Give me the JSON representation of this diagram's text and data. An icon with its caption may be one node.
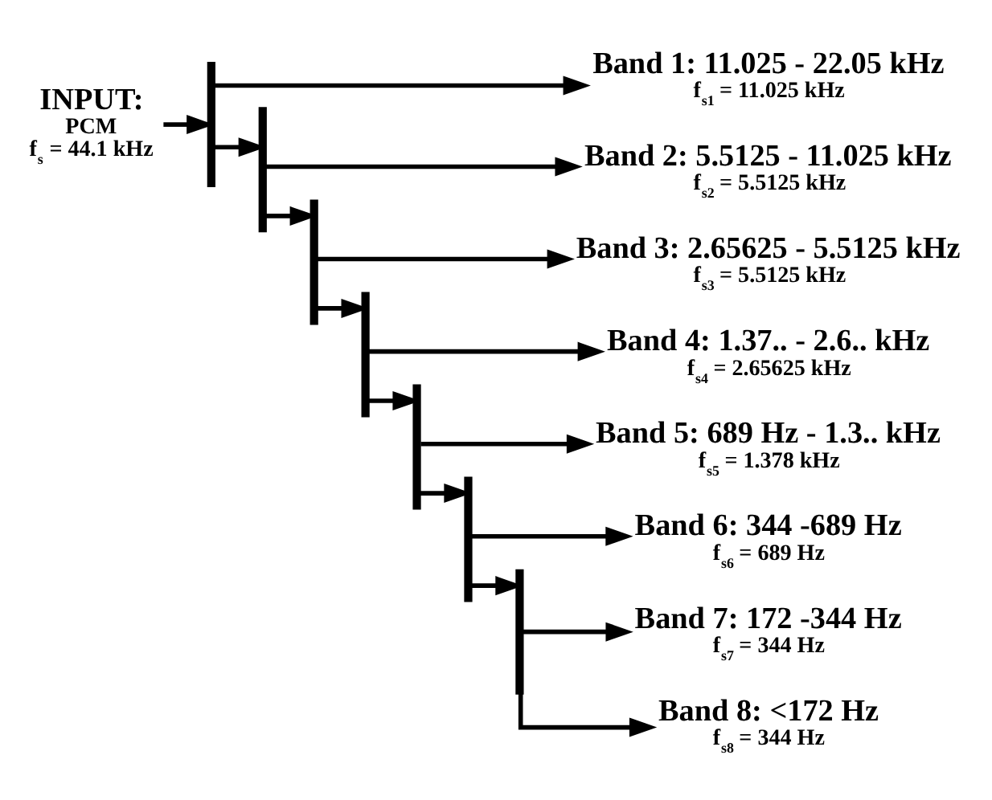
{
  "diagram": {
    "nodes": [
      {
        "text": [
          "INPUT:",
          "PCM",
          "f$_{s}$ = 44.1 kHz"
        ]
      },
      {
        "text": [],
        "shape": "bar"
      },
      {
        "text": [
          "Band 1: 11.025 - 22.05 kHz",
          "f$_{s1}$ = 11.025 kHz"
        ]
      },
      {
        "text": [],
        "shape": "bar"
      },
      {
        "text": [
          "Band 2: 5.5125 - 11.025 kHz",
          "f$_{s2}$ = 5.5125 kHz"
        ]
      },
      {
        "text": [],
        "shape": "bar"
      },
      {
        "text": [
          "Band 3: 2.65625 - 5.5125 kHz",
          "f$_{s3}$ = 5.5125 kHz"
        ]
      },
      {
        "text": [],
        "shape": "bar"
      },
      {
        "text": [
          "Band 4: 1.37.. - 2.6.. kHz",
          "f$_{s4}$ = 2.65625 kHz"
        ]
      },
      {
        "text": [],
        "shape": "bar"
      },
      {
        "text": [
          "Band 5: 689 Hz - 1.3.. kHz",
          "f$_{s5}$ = 1.378 kHz"
        ]
      },
      {
        "text": [],
        "shape": "bar"
      },
      {
        "text": [
          "Band 6: 344 -689 Hz",
          "f$_{s6}$ = 689 Hz"
        ]
      },
      {
        "text": [],
        "shape": "bar"
      },
      {
        "text": [
          "Band 7: 172 -344 Hz",
          "f$_{s7}$ = 344 Hz"
        ]
      },
      {
        "text": [
          "Band 8: <172 Hz",
          "f$_{s8}$ = 344 Hz"
        ]
      }
    ],
    "edges": [
      {
        "from": 0,
        "to": 1,
        "arrow": "to"
      },
      {
        "from": 1,
        "to": 2,
        "arrow": "to"
      },
      {
        "from": 1,
        "to": 3,
        "arrow": "to"
      },
      {
        "from": 3,
        "to": 4,
        "arrow": "to"
      },
      {
        "from": 3,
        "to": 5,
        "arrow": "to"
      },
      {
        "from": 5,
        "to": 6,
        "arrow": "to"
      },
      {
        "from": 5,
        "to": 7,
        "arrow": "to"
      },
      {
        "from": 7,
        "to": 8,
        "arrow": "to"
      },
      {
        "from": 7,
        "to": 9,
        "arrow": "to"
      },
      {
        "from": 9,
        "to": 10,
        "arrow": "to"
      },
      {
        "from": 9,
        "to": 11,
        "arrow": "to"
      },
      {
        "from": 11,
        "to": 12,
        "arrow": "to"
      },
      {
        "from": 11,
        "to": 13,
        "arrow": "to"
      },
      {
        "from": 13,
        "to": 14,
        "arrow": "to"
      },
      {
        "from": 13,
        "to": 15,
        "arrow": "to"
      }
    ]
  }
}
